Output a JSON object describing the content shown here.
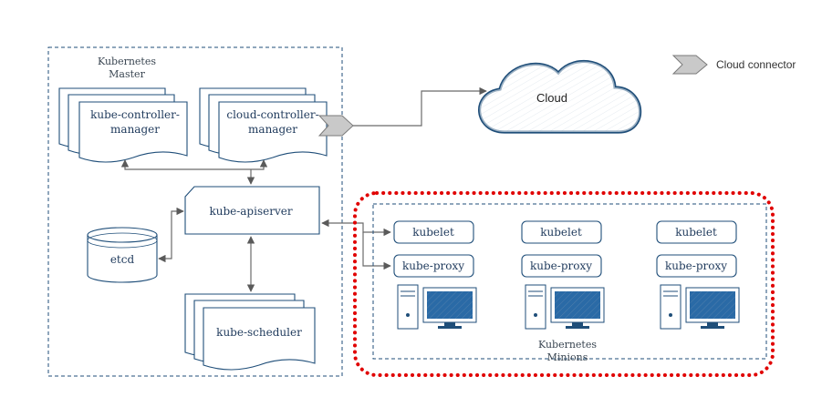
{
  "master": {
    "title_line1": "Kubernetes",
    "title_line2": "Master",
    "kube_controller_manager_line1": "kube-controller-",
    "kube_controller_manager_line2": "manager",
    "cloud_controller_manager_line1": "cloud-controller-",
    "cloud_controller_manager_line2": "manager",
    "apiserver": "kube-apiserver",
    "etcd": "etcd",
    "scheduler": "kube-scheduler"
  },
  "cloud": {
    "label": "Cloud"
  },
  "legend": {
    "cloud_connector": "Cloud connector"
  },
  "minions": {
    "title_line1": "Kubernetes",
    "title_line2": "Minions",
    "nodes": [
      {
        "kubelet": "kubelet",
        "proxy": "kube-proxy"
      },
      {
        "kubelet": "kubelet",
        "proxy": "kube-proxy"
      },
      {
        "kubelet": "kubelet",
        "proxy": "kube-proxy"
      }
    ]
  },
  "colors": {
    "primary": "#1f4e79",
    "minion_border": "#e00000",
    "connector": "#6b6b6b"
  }
}
